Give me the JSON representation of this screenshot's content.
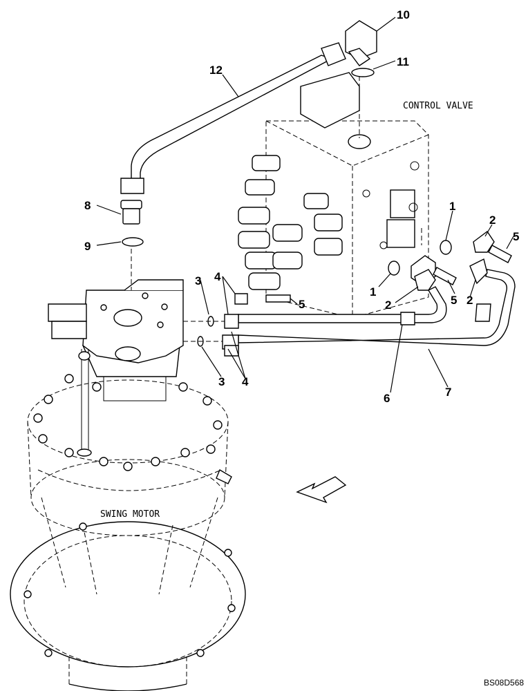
{
  "labels": {
    "control_valve": "CONTROL VALVE",
    "swing_motor": "SWING MOTOR",
    "drawing_code": "BS08D568"
  },
  "callouts": {
    "c1a": "1",
    "c1b": "1",
    "c2a": "2",
    "c2b": "2",
    "c2c": "2",
    "c3a": "3",
    "c3b": "3",
    "c4a": "4",
    "c4b": "4",
    "c5a": "5",
    "c5b": "5",
    "c5c": "5",
    "c6": "6",
    "c7": "7",
    "c8": "8",
    "c9": "9",
    "c10": "10",
    "c11": "11",
    "c12": "12"
  }
}
